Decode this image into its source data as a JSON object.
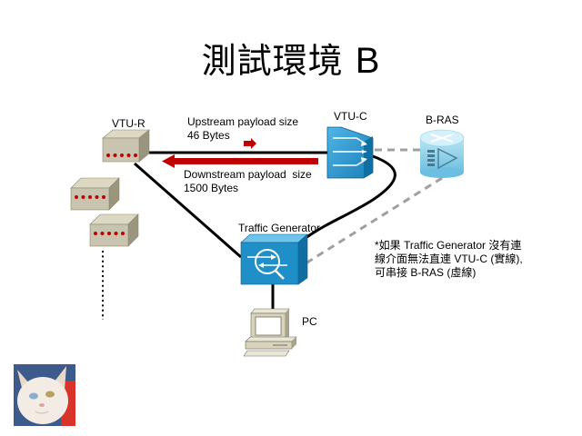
{
  "title": {
    "cjk": "測試環境",
    "latin": "B"
  },
  "devices": {
    "vtu_r": "VTU-R",
    "vtu_c": "VTU-C",
    "b_ras": "B-RAS",
    "traffic_generator": "Traffic Generator",
    "pc": "PC"
  },
  "flows": {
    "upstream": {
      "line1": "Upstream payload size",
      "line2": "46 Bytes"
    },
    "downstream": {
      "line1": "Downstream payload  size",
      "line2": "1500 Bytes"
    }
  },
  "note": {
    "line1": "*如果 Traffic Generator 沒有連",
    "line2": "線介面無法直連 VTU-C (實線),",
    "line3": "可串接 B-RAS (虛線)"
  },
  "colors": {
    "arrow_red": "#c00000",
    "cisco_blue": "#1f8fc8",
    "bras_blue": "#8ccfe8",
    "modem_gray": "#c8c4b0",
    "dashed_gray": "#a0a0a0"
  },
  "icons": {
    "vtu_r": "modem-icon",
    "vtu_c": "dslam-icon",
    "b_ras": "router-icon",
    "traffic_generator": "traffic-generator-icon",
    "pc": "pc-icon",
    "avatar": "cat-photo"
  }
}
